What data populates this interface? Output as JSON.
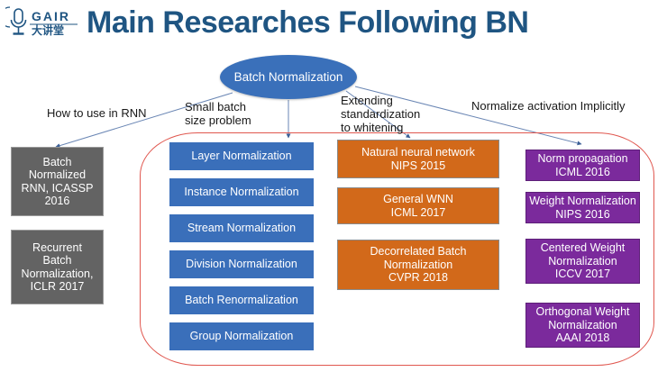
{
  "header": {
    "title": "Main Researches Following BN",
    "logo": {
      "name": "gair-logo",
      "brand": "GAIR",
      "subtitle": "大讲堂",
      "icon": "microphone-icon"
    },
    "title_color": "#1f5582"
  },
  "diagram": {
    "root": {
      "label": "Batch\nNormalization",
      "color": "#3a70ba"
    },
    "edge_labels": [
      {
        "id": "how-to-use-in-rnn",
        "text": "How to use in RNN"
      },
      {
        "id": "small-batch-size-problem",
        "text": "Small batch\nsize problem"
      },
      {
        "id": "extending-standardization-to-whitening",
        "text": "Extending\nstandardization\nto whitening"
      },
      {
        "id": "normalize-activation-implicitly",
        "text": "Normalize activation Implicitly"
      }
    ],
    "group_outline_color": "#e0574f",
    "columns": [
      {
        "id": "rnn-column",
        "color": "#636363",
        "items": [
          {
            "label": "Batch\nNormalized\nRNN, ICASSP\n2016"
          },
          {
            "label": "Recurrent\nBatch\nNormalization,\nICLR 2017"
          }
        ]
      },
      {
        "id": "small-batch-column",
        "color": "#3a6fba",
        "items": [
          {
            "label": "Layer Normalization"
          },
          {
            "label": "Instance Normalization"
          },
          {
            "label": "Stream Normalization"
          },
          {
            "label": "Division Normalization"
          },
          {
            "label": "Batch Renormalization"
          },
          {
            "label": "Group Normalization"
          }
        ]
      },
      {
        "id": "whitening-column",
        "color": "#d2691a",
        "items": [
          {
            "label": "Natural neural network\nNIPS 2015"
          },
          {
            "label": "General WNN\nICML 2017"
          },
          {
            "label": "Decorrelated Batch\nNormalization\nCVPR 2018"
          }
        ]
      },
      {
        "id": "implicit-column",
        "color": "#7b2a9c",
        "items": [
          {
            "label": "Norm propagation\nICML 2016"
          },
          {
            "label": "Weight Normalization\nNIPS 2016"
          },
          {
            "label": "Centered Weight\nNormalization\nICCV 2017"
          },
          {
            "label": "Orthogonal Weight\nNormalization\nAAAI 2018"
          }
        ]
      }
    ]
  }
}
